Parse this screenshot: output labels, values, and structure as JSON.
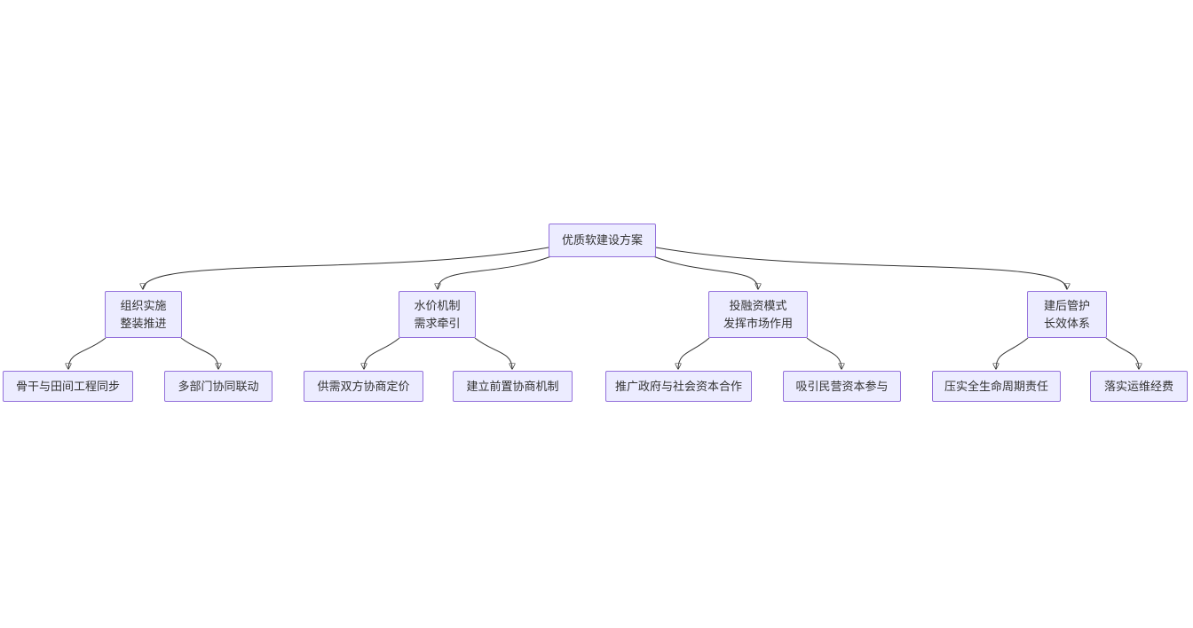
{
  "diagram": {
    "type": "flowchart-top-down",
    "root": {
      "label": "优质软建设方案"
    },
    "branches": [
      {
        "label": "组织实施\n整装推进",
        "children": [
          {
            "label": "骨干与田间工程同步"
          },
          {
            "label": "多部门协同联动"
          }
        ]
      },
      {
        "label": "水价机制\n需求牵引",
        "children": [
          {
            "label": "供需双方协商定价"
          },
          {
            "label": "建立前置协商机制"
          }
        ]
      },
      {
        "label": "投融资模式\n发挥市场作用",
        "children": [
          {
            "label": "推广政府与社会资本合作"
          },
          {
            "label": "吸引民营资本参与"
          }
        ]
      },
      {
        "label": "建后管护\n长效体系",
        "children": [
          {
            "label": "压实全生命周期责任"
          },
          {
            "label": "落实运维经费"
          }
        ]
      }
    ],
    "colors": {
      "node_fill": "#ECECFF",
      "node_border": "#9370DB",
      "edge": "#333333",
      "text": "#333333",
      "background": "#FFFFFF"
    }
  }
}
